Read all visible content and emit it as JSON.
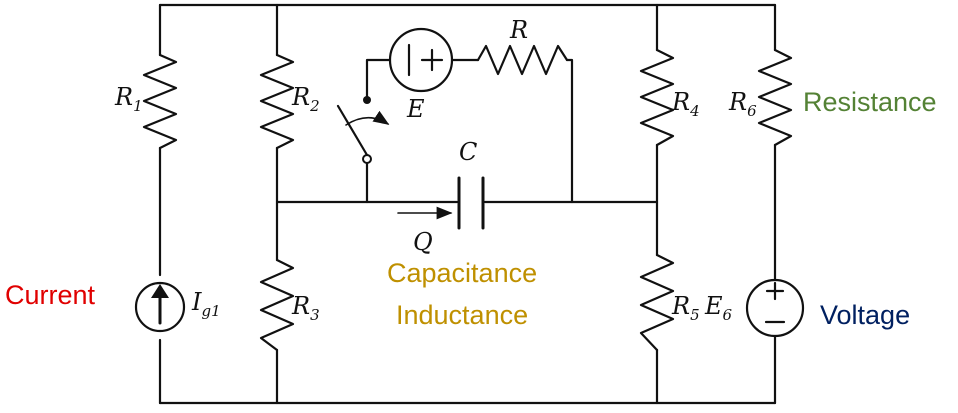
{
  "circuit": {
    "labels": {
      "R1": {
        "base": "R",
        "sub": "1"
      },
      "R2": {
        "base": "R",
        "sub": "2"
      },
      "R3": {
        "base": "R",
        "sub": "3"
      },
      "R4": {
        "base": "R",
        "sub": "4"
      },
      "R5": {
        "base": "R",
        "sub": "5"
      },
      "R6": {
        "base": "R",
        "sub": "6"
      },
      "R": "R",
      "E": "E",
      "C": "C",
      "Q": "Q",
      "Ig1": {
        "base": "I",
        "sub": "g1"
      },
      "E6": {
        "base": "E",
        "sub": "6"
      }
    }
  },
  "annotations": {
    "current": {
      "text": "Current",
      "color": "#e00000"
    },
    "resistance": {
      "text": "Resistance",
      "color": "#548235"
    },
    "capacitance": {
      "text": "Capacitance",
      "color": "#bf9000"
    },
    "inductance": {
      "text": "Inductance",
      "color": "#bf9000"
    },
    "voltage": {
      "text": "Voltage",
      "color": "#002060"
    }
  }
}
